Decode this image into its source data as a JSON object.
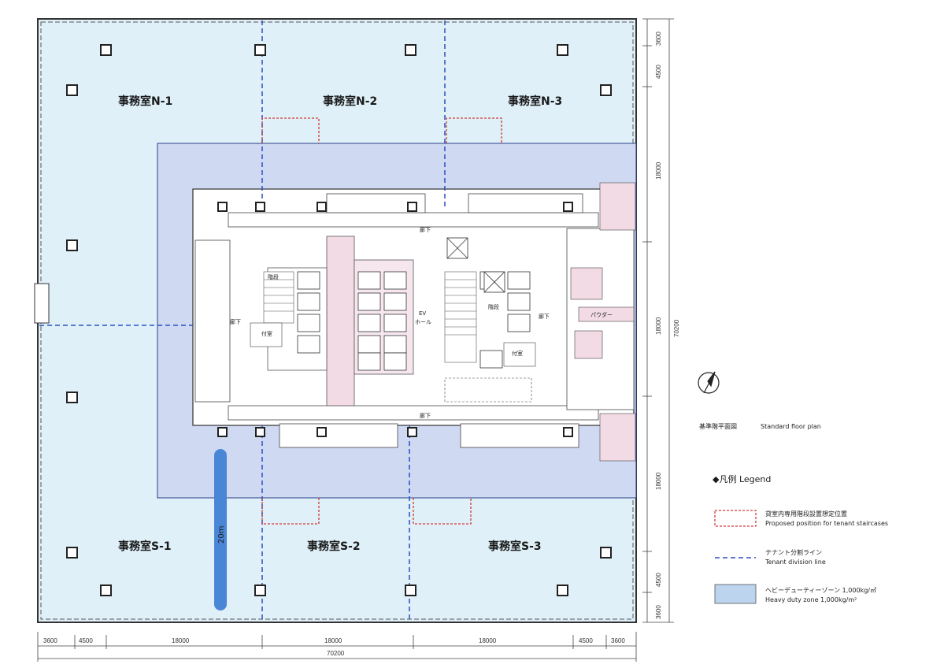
{
  "rooms": {
    "n1": "事務室N-1",
    "n2": "事務室N-2",
    "n3": "事務室N-3",
    "s1": "事務室S-1",
    "s2": "事務室S-2",
    "s3": "事務室S-3"
  },
  "core_labels": {
    "ev_hall_1": "EV",
    "ev_hall_2": "ホール",
    "corridor_top": "廊下",
    "corridor_bottom": "廊下",
    "corridor_left": "廊下",
    "corridor_right": "廊下",
    "anteroom_left": "付室",
    "anteroom_right": "付室",
    "stairs_left": "階段",
    "stairs_right": "階段",
    "powder": "パウダー"
  },
  "heavy_duty_width": "20m",
  "dimensions": {
    "bottom": [
      "3600",
      "4500",
      "18000",
      "18000",
      "18000",
      "4500",
      "3600"
    ],
    "bottom_total": "70200",
    "right": [
      "3600",
      "4500",
      "18000",
      "18000",
      "18000",
      "4500",
      "3600"
    ],
    "right_total": "70200"
  },
  "caption": {
    "jp": "基準階平面図",
    "en": "Standard floor plan"
  },
  "legend": {
    "title": "◆凡例  Legend",
    "items": [
      {
        "jp": "貸室内専用階段設置想定位置",
        "en": "Proposed position for tenant staircases",
        "color": "#d23a3a"
      },
      {
        "jp": "テナント分割ライン",
        "en": "Tenant division line",
        "color": "#2a4fbf"
      },
      {
        "jp": "ヘビーデューティーゾーン 1,000kg/㎡",
        "en": "Heavy duty zone 1,000kg/m²",
        "color": "#bcd4ee"
      }
    ]
  },
  "colors": {
    "floor": "#dff0f8",
    "heavy_zone": "#cfd9f2",
    "division_line": "#2a4fbf",
    "staircase_marker": "#d23a3a",
    "heavy_width_bar": "#4a86d6"
  }
}
